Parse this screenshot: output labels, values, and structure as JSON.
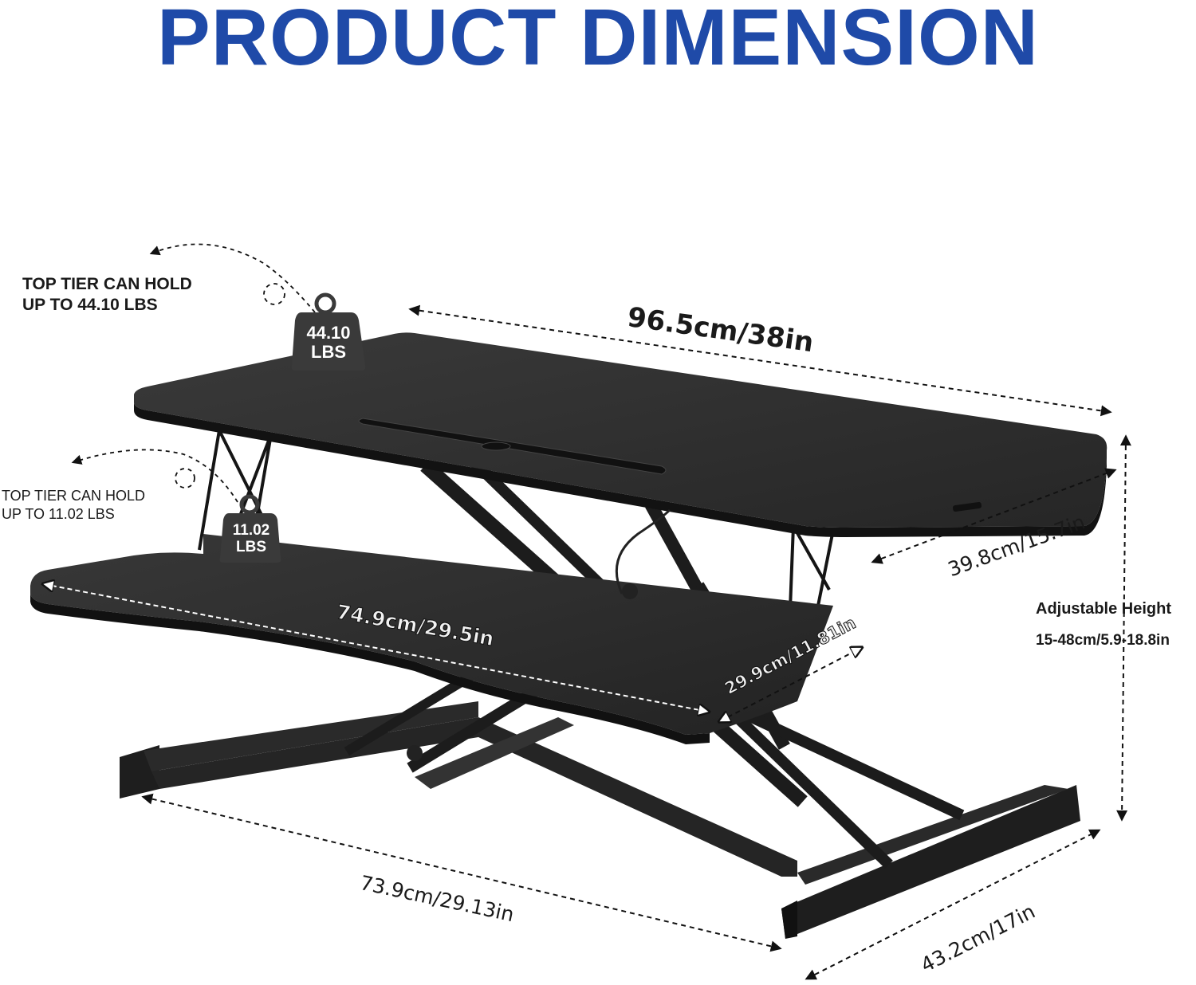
{
  "title": "PRODUCT DIMENSION",
  "callouts": {
    "top_tier": {
      "line1": "TOP TIER CAN HOLD",
      "line2": "UP TO 44.10 LBS"
    },
    "lower_tier": {
      "line1": "TOP TIER CAN HOLD",
      "line2": "UP TO 11.02 LBS"
    }
  },
  "weights": {
    "top": {
      "value": "44.10",
      "unit": "LBS"
    },
    "lower": {
      "value": "11.02",
      "unit": "LBS"
    }
  },
  "dimensions": {
    "top_width": "96.5cm/38in",
    "top_depth": "39.8cm/15.7in",
    "keyboard_width": "74.9cm/29.5in",
    "keyboard_depth": "29.9cm/11.81in",
    "base_width": "73.9cm/29.13in",
    "base_depth": "43.2cm/17in"
  },
  "height": {
    "label": "Adjustable Height",
    "range": "15-48cm/5.9-18.8in"
  },
  "colors": {
    "title": "#1f4aa8",
    "desk": "#2b2b2b",
    "frame": "#1e1e1e",
    "text": "#1a1a1a",
    "weight_badge": "#3a3a3a"
  }
}
